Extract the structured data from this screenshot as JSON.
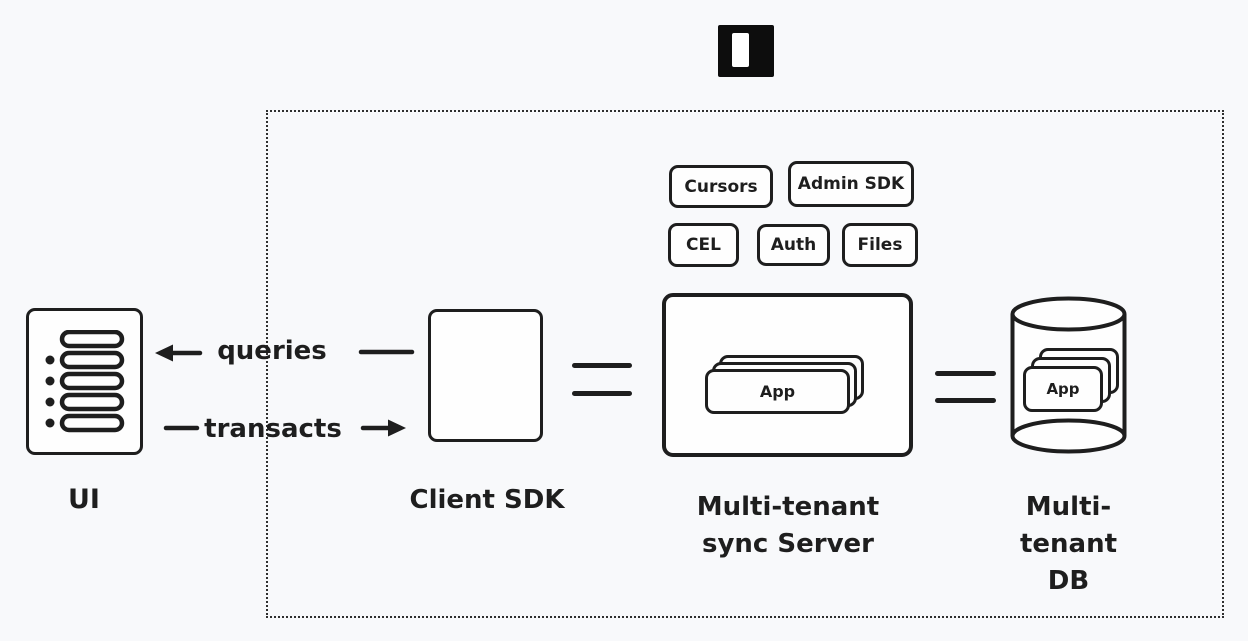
{
  "colors": {
    "background": "#f8f9fb",
    "stroke": "#1e1e1e",
    "node_fill": "#fefefe"
  },
  "logo": {
    "icon": "instant-logo"
  },
  "nodes": {
    "ui": {
      "label": "UI"
    },
    "client_sdk": {
      "label": "Client SDK"
    },
    "sync_server": {
      "label_line1": "Multi-tenant",
      "label_line2": "sync Server",
      "card_label": "App"
    },
    "db": {
      "label_line1": "Multi-tenant",
      "label_line2": "DB",
      "card_label": "App"
    }
  },
  "features": [
    {
      "label": "Cursors"
    },
    {
      "label": "Admin SDK"
    },
    {
      "label": "CEL"
    },
    {
      "label": "Auth"
    },
    {
      "label": "Files"
    }
  ],
  "edges": {
    "queries": {
      "label": "queries",
      "direction": "left"
    },
    "transacts": {
      "label": "transacts",
      "direction": "right"
    }
  }
}
